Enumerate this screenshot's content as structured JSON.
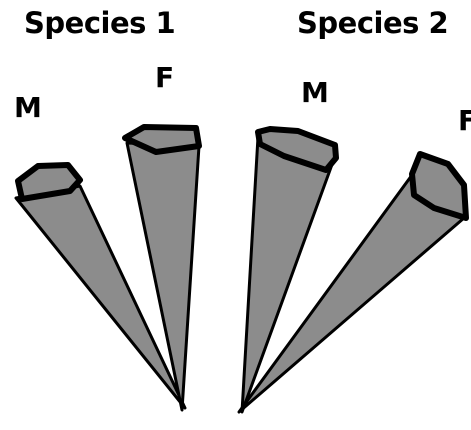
{
  "species": [
    {
      "title": "Species 1",
      "male_label": "M",
      "female_label": "F"
    },
    {
      "title": "Species 2",
      "male_label": "M",
      "female_label": "F"
    }
  ],
  "colors": {
    "cone_fill": "#8c8c8c",
    "outline": "#000000",
    "background": "#ffffff"
  }
}
